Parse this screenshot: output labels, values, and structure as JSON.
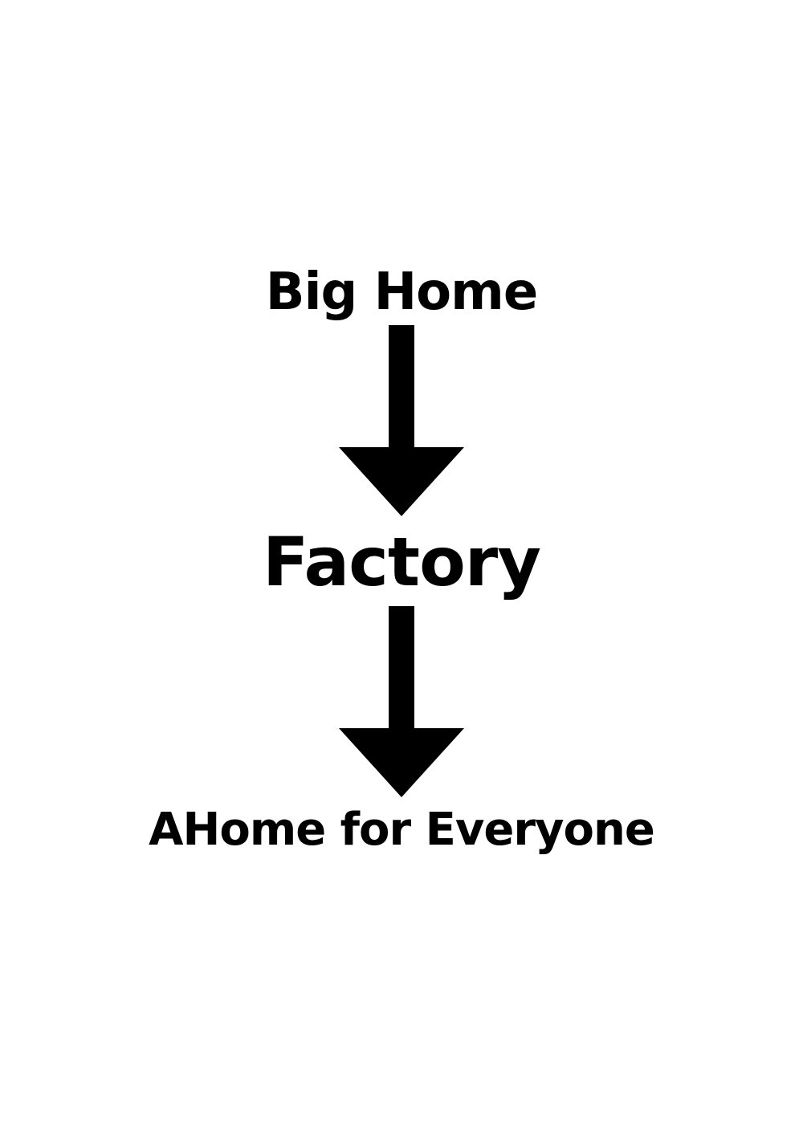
{
  "diagram": {
    "nodes": [
      {
        "id": "top",
        "label": "Big Home"
      },
      {
        "id": "middle",
        "label": "Factory"
      },
      {
        "id": "bottom",
        "label": "AHome for Everyone"
      }
    ],
    "edges": [
      {
        "from": "top",
        "to": "middle",
        "icon": "arrow-down-icon"
      },
      {
        "from": "middle",
        "to": "bottom",
        "icon": "arrow-down-icon"
      }
    ],
    "colors": {
      "background": "#ffffff",
      "foreground": "#000000"
    }
  }
}
